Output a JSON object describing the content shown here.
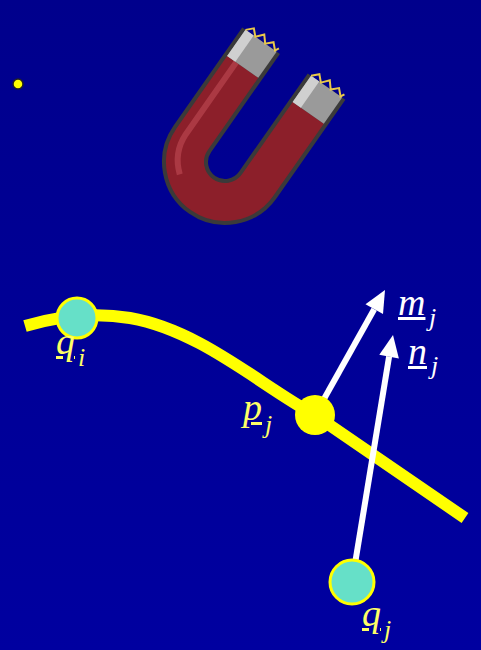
{
  "diagram": {
    "labels": [
      "q",
      "i",
      "p",
      "j",
      "m",
      "j",
      "n",
      "j",
      "q",
      "j"
    ]
  }
}
